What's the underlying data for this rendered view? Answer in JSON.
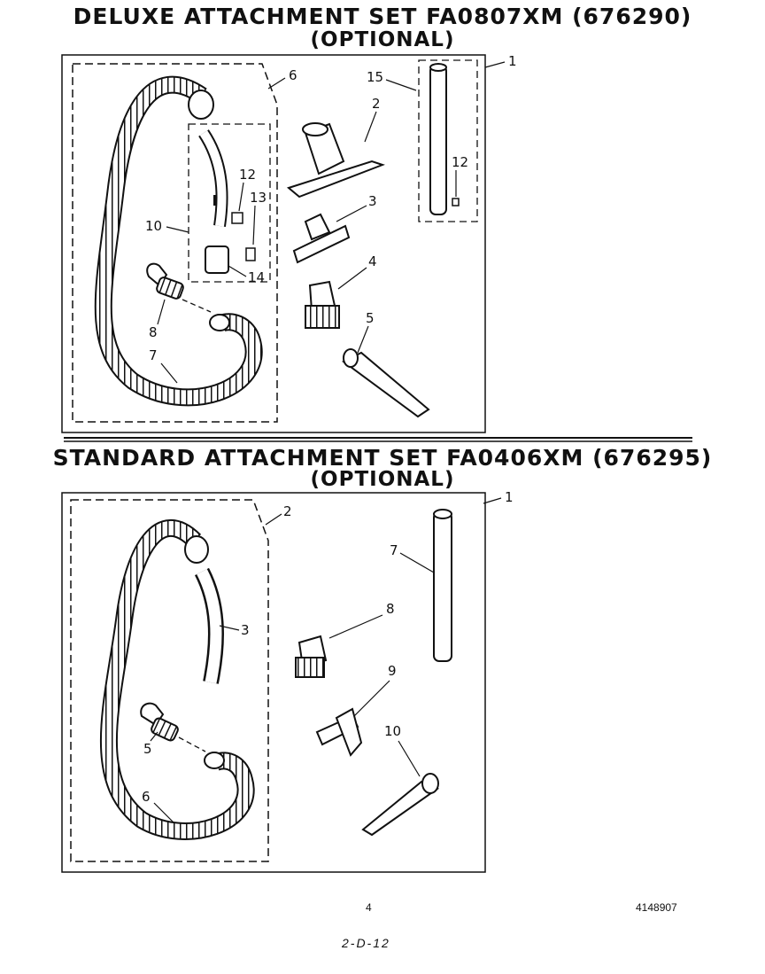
{
  "deluxe": {
    "title": "DELUXE ATTACHMENT SET FA0807XM (676290)",
    "subtitle": "(OPTIONAL)",
    "callouts": [
      "1",
      "2",
      "3",
      "4",
      "5",
      "6",
      "7",
      "8",
      "10",
      "12",
      "13",
      "14",
      "15",
      "12"
    ]
  },
  "standard": {
    "title": "STANDARD ATTACHMENT SET FA0406XM (676295)",
    "subtitle": "(OPTIONAL)",
    "callouts": [
      "1",
      "2",
      "3",
      "5",
      "6",
      "7",
      "8",
      "9",
      "10"
    ]
  },
  "footer": {
    "page_number": "4",
    "doc_number": "4148907",
    "handwritten_code": "2-D-12"
  }
}
